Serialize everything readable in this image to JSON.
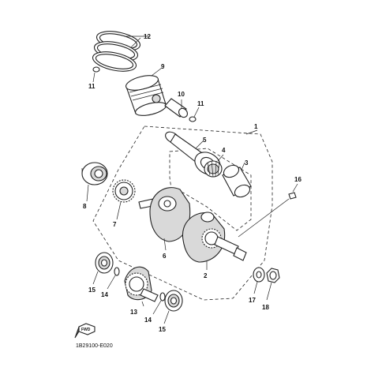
{
  "callouts": {
    "c1": "1",
    "c2": "2",
    "c3": "3",
    "c4": "4",
    "c5": "5",
    "c6": "6",
    "c7": "7",
    "c8": "8",
    "c9": "9",
    "c10": "10",
    "c11a": "11",
    "c11b": "11",
    "c12": "12",
    "c13": "13",
    "c14a": "14",
    "c14b": "14",
    "c15a": "15",
    "c15b": "15",
    "c16": "16",
    "c17": "17",
    "c18": "18"
  },
  "diagram_code": "1B29100-E020",
  "fwd_label": "FWD"
}
